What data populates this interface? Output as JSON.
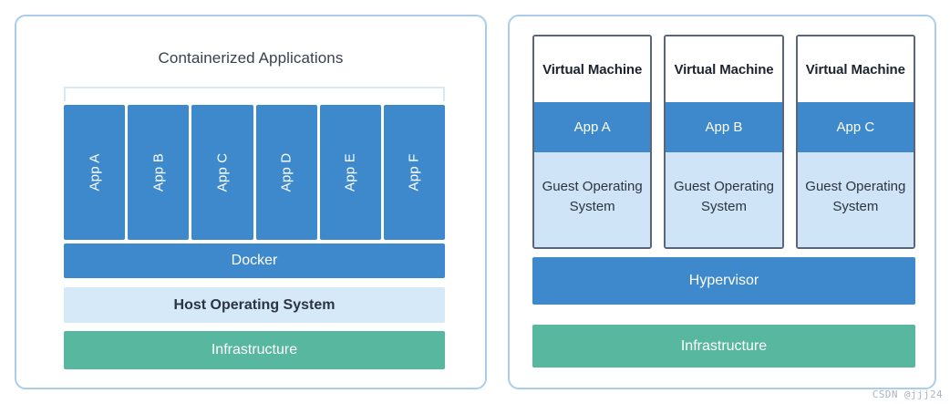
{
  "colors": {
    "panel_border": "#a9cdeb",
    "app_blue": "#3d89cc",
    "host_os_light_blue": "#d5e9f8",
    "guest_os_light_blue": "#cfe4f6",
    "infrastructure_green": "#57b79f",
    "vm_border": "#5b6478",
    "title_text": "#39414f",
    "bracket": "#d8e9f8"
  },
  "left_panel": {
    "title": "Containerized Applications",
    "apps": [
      {
        "label": "App A"
      },
      {
        "label": "App B"
      },
      {
        "label": "App C"
      },
      {
        "label": "App D"
      },
      {
        "label": "App E"
      },
      {
        "label": "App F"
      }
    ],
    "layers": [
      {
        "label": "Docker"
      },
      {
        "label": "Host Operating System"
      },
      {
        "label": "Infrastructure"
      }
    ]
  },
  "right_panel": {
    "vms": [
      {
        "title": "Virtual Machine",
        "app": "App A",
        "guest_os": "Guest Operating System"
      },
      {
        "title": "Virtual Machine",
        "app": "App B",
        "guest_os": "Guest Operating System"
      },
      {
        "title": "Virtual Machine",
        "app": "App C",
        "guest_os": "Guest Operating System"
      }
    ],
    "layers": [
      {
        "label": "Hypervisor"
      },
      {
        "label": "Infrastructure"
      }
    ]
  },
  "watermark": "CSDN @jjj24"
}
